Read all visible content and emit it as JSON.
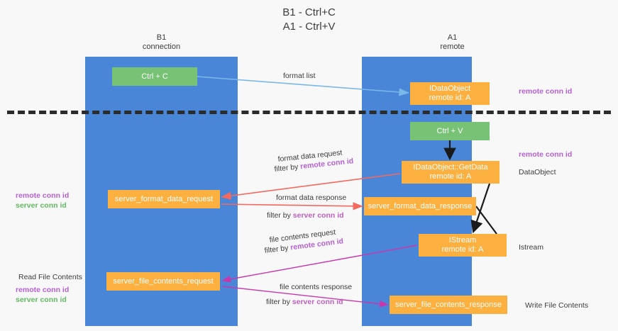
{
  "title": {
    "line1": "B1 - Ctrl+C",
    "line2": "A1 - Ctrl+V"
  },
  "columns": [
    {
      "name": "B1",
      "subtitle": "connection"
    },
    {
      "name": "A1",
      "subtitle": "remote"
    }
  ],
  "colors": {
    "lane": "#4a86d8",
    "green_box": "#77c275",
    "orange_box": "#fbb040",
    "remote_conn_id": "#b660d4",
    "server_conn_id": "#62bb62",
    "arrow_blue": "#7ab8e8",
    "arrow_red": "#f4685e",
    "arrow_magenta": "#c837ab",
    "arrow_black": "#1a1a1a",
    "divider": "#2b2b2b",
    "background": "#f8f8f8"
  },
  "boxes": {
    "ctrl_c": "Ctrl + C",
    "idataobject_l1": "IDataObject",
    "idataobject_l2": "remote id: A",
    "ctrl_v": "Ctrl + V",
    "getdata_l1": "IDataObject::GetData",
    "getdata_l2": "remote id: A",
    "server_format_data_request": "server_format_data_request",
    "server_format_data_response": "server_format_data_response",
    "istream_l1": "IStream",
    "istream_l2": "remote id: A",
    "server_file_contents_request": "server_file_contents_request",
    "server_file_contents_response": "server_file_contents_response"
  },
  "edge_labels": {
    "format_list": "format list",
    "format_data_request": "format data request",
    "format_data_request_filter_prefix": "filter by ",
    "format_data_request_filter_key": "remote conn id",
    "format_data_response": "format data response",
    "format_data_response_filter_prefix": "filter by ",
    "format_data_response_filter_key": "server conn id",
    "file_contents_request": "file contents request",
    "file_contents_request_filter_prefix": "filter by ",
    "file_contents_request_filter_key": "remote conn id",
    "file_contents_response": "file contents response",
    "file_contents_response_filter_prefix": "filter by ",
    "file_contents_response_filter_key": "server conn id"
  },
  "annotations": {
    "right": {
      "remote_conn_id_top": "remote conn id",
      "remote_conn_id_mid": "remote conn id",
      "dataobject": "DataObject",
      "istream": "Istream",
      "write_file_contents": "Write File Contents"
    },
    "left": {
      "remote_conn_id_mid": "remote conn id",
      "server_conn_id_mid": "server conn id",
      "read_file_contents": "Read File Contents",
      "remote_conn_id_bottom": "remote conn id",
      "server_conn_id_bottom": "server conn id"
    }
  }
}
